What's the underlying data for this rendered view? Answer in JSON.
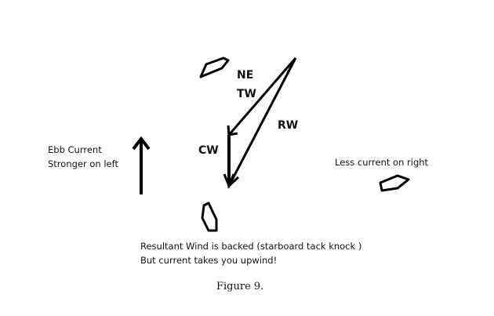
{
  "diagram": {
    "vector_labels": {
      "ne": "NE",
      "tw": "TW",
      "rw": "RW",
      "cw": "CW"
    },
    "left_note": {
      "line1": "Ebb Current",
      "line2": "Stronger on left"
    },
    "right_note": "Less current on right",
    "bottom_note": {
      "line1": "Resultant Wind is backed (starboard tack knock )",
      "line2": "But current takes you upwind!"
    },
    "caption": "Figure 9."
  }
}
